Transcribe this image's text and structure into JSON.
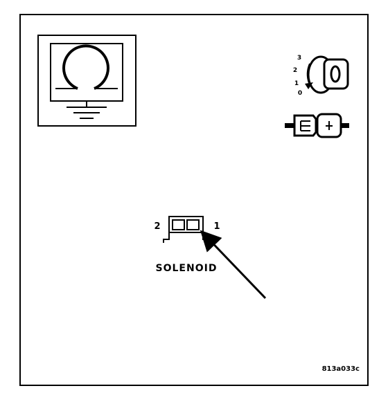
{
  "diagram": {
    "ignition_key_positions": [
      "3",
      "2",
      "1",
      "0"
    ],
    "connector_pin_left": "2",
    "connector_pin_right": "1",
    "component_label": "SOLENOID",
    "figure_id": "813a033c"
  },
  "icons": {
    "meter": "ohmmeter-icon",
    "key": "ignition-key-icon",
    "connector": "disconnected-connector-icon"
  },
  "colors": {
    "line": "#000000",
    "background": "#ffffff"
  }
}
